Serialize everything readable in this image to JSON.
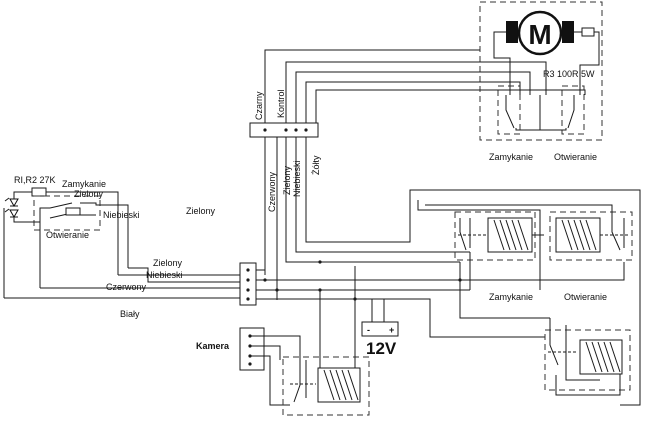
{
  "labels": {
    "motor": "M",
    "r3": "R3 100R 5W",
    "motor_zamykanie": "Zamykanie",
    "motor_otwieranie": "Otwieranie",
    "czarny": "Czarny",
    "kontrol": "Kontrol",
    "czerwony_v": "Czerwony",
    "zielony_v": "Zielony",
    "niebieski_v": "Niebieski",
    "zolty_v": "Żółty",
    "r1r2": "RI,R2 27K",
    "left_zamykanie": "Zamykanie",
    "left_zielony": "Zielony",
    "left_niebieski": "Niebieski",
    "left_otwieranie": "Otwieranie",
    "mid_zielony": "Zielony",
    "bus_zielony": "Zielony",
    "bus_niebieski": "Niebieski",
    "bus_czerwony": "Czerwony",
    "bus_bialy": "Biały",
    "kamera": "Kamera",
    "v12": "12V",
    "relay_zamykanie": "Zamykanie",
    "relay_otwieranie": "Otwieranie",
    "plus": "+",
    "minus": "-"
  }
}
